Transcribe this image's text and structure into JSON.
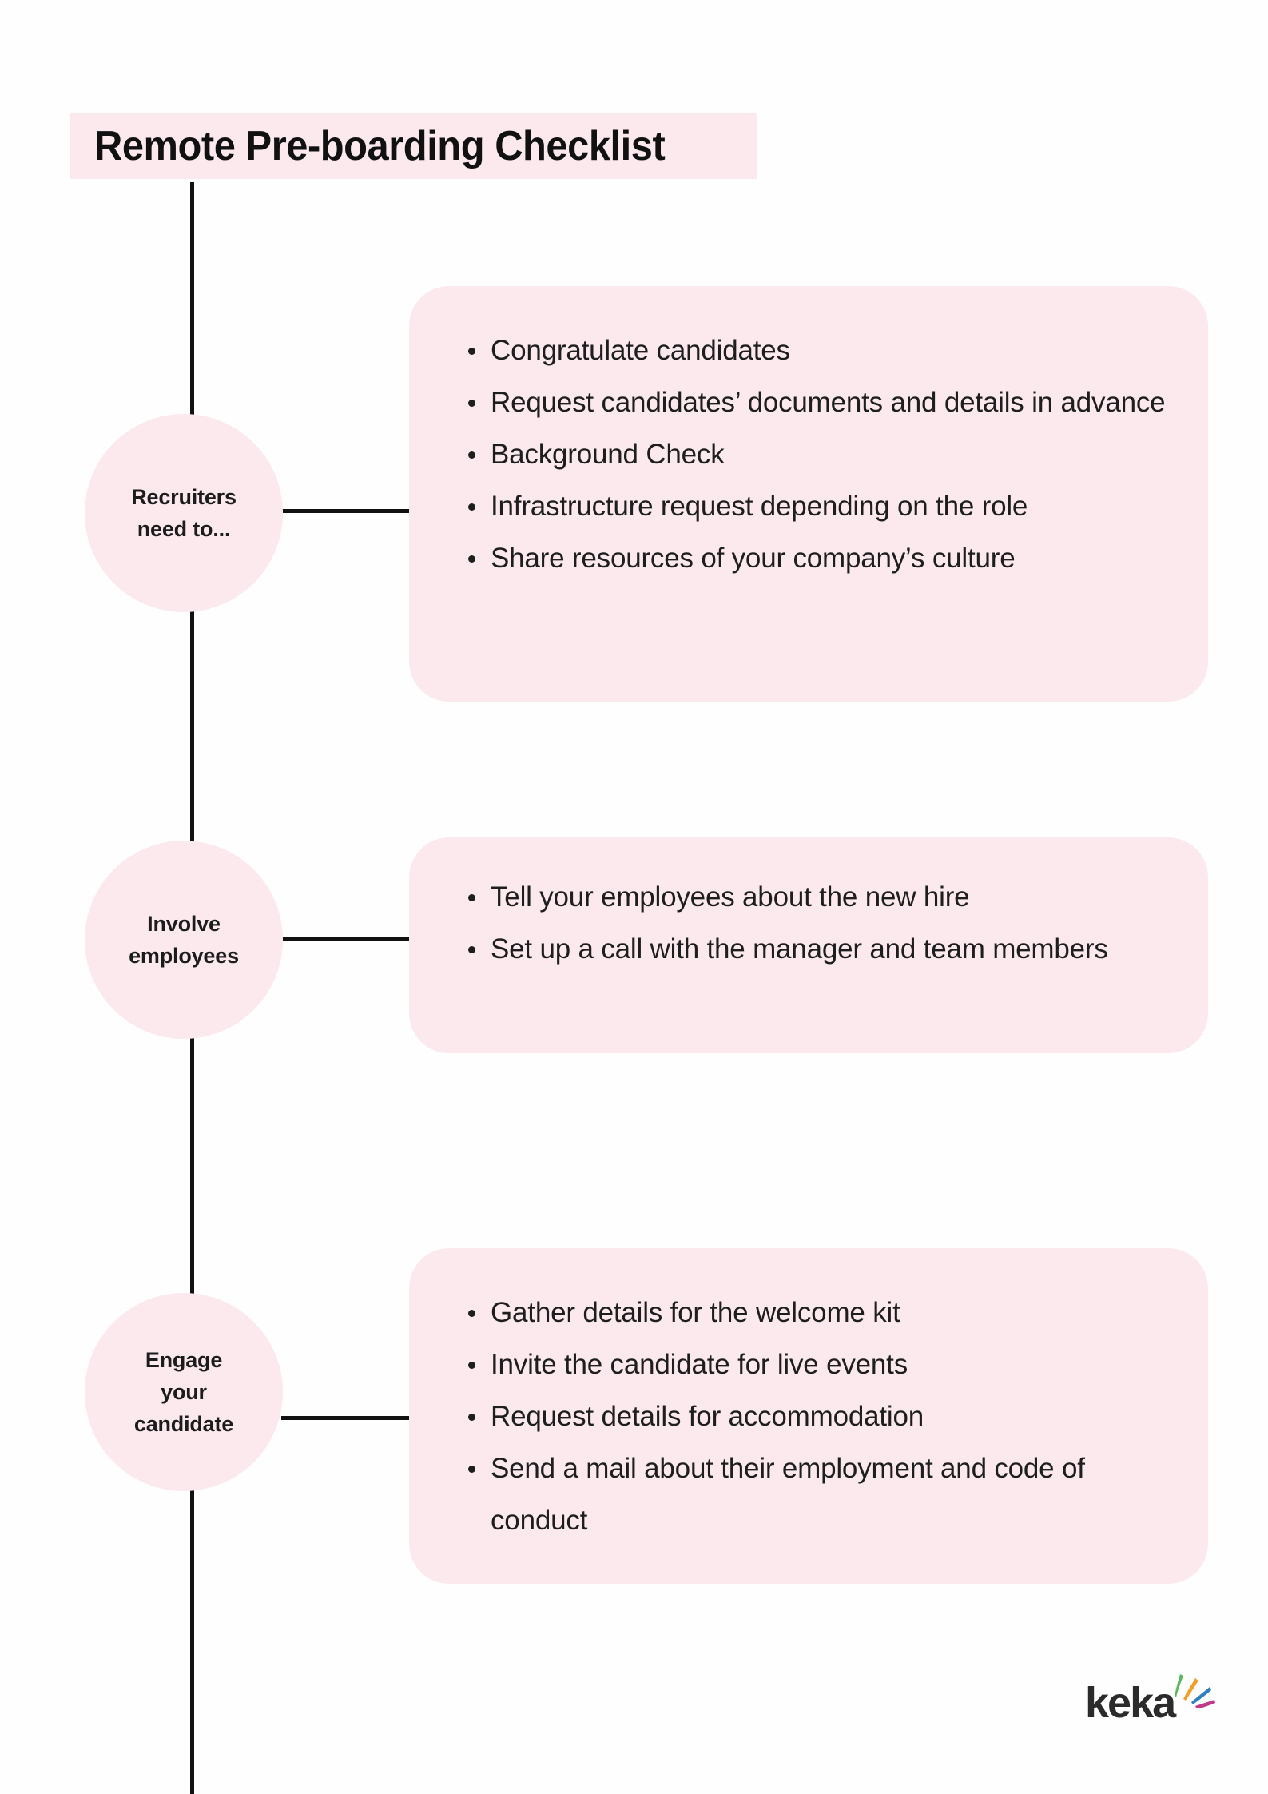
{
  "page": {
    "title": "Remote Pre-boarding Checklist",
    "background_color": "#fefefe",
    "accent_pink": "#fbe9ee",
    "text_color": "#1e1e1e",
    "line_color": "#111111"
  },
  "sections": [
    {
      "node_label_line1": "Recruiters",
      "node_label_line2": "need to...",
      "items": [
        "Congratulate candidates",
        "Request candidates’ documents and details in advance",
        "Background Check",
        "Infrastructure request depending on the role",
        "Share resources of your company’s culture"
      ]
    },
    {
      "node_label_line1": "Involve",
      "node_label_line2": "employees",
      "items": [
        "Tell your employees about the new hire",
        "Set up a call with the manager and team members"
      ]
    },
    {
      "node_label_line1": "Engage",
      "node_label_line2": "your",
      "node_label_line3": "candidate",
      "items": [
        "Gather details for the welcome kit",
        "Invite the candidate for live events",
        "Request details for accommodation",
        "Send a mail about their employment and code of conduct"
      ]
    }
  ],
  "logo": {
    "wordmark": "keka",
    "fan_colors": [
      "#5cb85c",
      "#f0a02a",
      "#2f7fc1",
      "#c0398a"
    ]
  }
}
